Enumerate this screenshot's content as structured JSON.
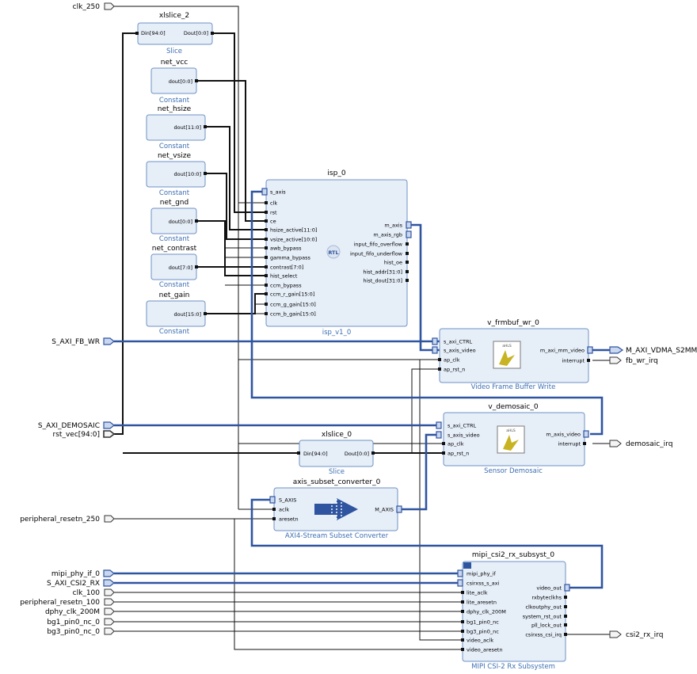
{
  "ports": {
    "clk_250": "clk_250",
    "s_axi_fb_wr": "S_AXI_FB_WR",
    "s_axi_demosaic": "S_AXI_DEMOSAIC",
    "rst_vec": "rst_vec[94:0]",
    "peripheral_resetn_250": "peripheral_resetn_250",
    "mipi_phy_if_0": "mipi_phy_if_0",
    "s_axi_csi2_rx": "S_AXI_CSI2_RX",
    "clk_100": "clk_100",
    "peripheral_resetn_100": "peripheral_resetn_100",
    "dphy_clk_200m": "dphy_clk_200M",
    "bg1_pin0_nc_0": "bg1_pin0_nc_0",
    "bg3_pin0_nc_0": "bg3_pin0_nc_0",
    "m_axi_vdma_s2mm": "M_AXI_VDMA_S2MM",
    "fb_wr_irq": "fb_wr_irq",
    "demosaic_irq": "demosaic_irq",
    "csi2_rx_irq": "csi2_rx_irq"
  },
  "blocks": {
    "xlslice_2": {
      "name": "xlslice_2",
      "sub": "Slice",
      "din": "Din[94:0]",
      "dout": "Dout[0:0]"
    },
    "net_vcc": {
      "name": "net_vcc",
      "sub": "Constant",
      "dout": "dout[0:0]"
    },
    "net_hsize": {
      "name": "net_hsize",
      "sub": "Constant",
      "dout": "dout[11:0]"
    },
    "net_vsize": {
      "name": "net_vsize",
      "sub": "Constant",
      "dout": "dout[10:0]"
    },
    "net_gnd": {
      "name": "net_gnd",
      "sub": "Constant",
      "dout": "dout[0:0]"
    },
    "net_contrast": {
      "name": "net_contrast",
      "sub": "Constant",
      "dout": "dout[7:0]"
    },
    "net_gain": {
      "name": "net_gain",
      "sub": "Constant",
      "dout": "dout[15:0]"
    },
    "isp_0": {
      "name": "isp_0",
      "sub": "isp_v1_0",
      "rtl": "RTL",
      "in": [
        "s_axis",
        "clk",
        "rst",
        "ce",
        "hsize_active[11:0]",
        "vsize_active[10:0]",
        "awb_bypass",
        "gamma_bypass",
        "contrast[7:0]",
        "hist_select",
        "ccm_bypass",
        "ccm_r_gain[15:0]",
        "ccm_g_gain[15:0]",
        "ccm_b_gain[15:0]"
      ],
      "out": [
        "m_axis",
        "m_axis_rgb",
        "input_fifo_overflow",
        "input_fifo_underflow",
        "hist_oe",
        "hist_addr[31:0]",
        "hist_dout[31:0]"
      ]
    },
    "v_frmbuf_wr_0": {
      "name": "v_frmbuf_wr_0",
      "sub": "Video Frame Buffer Write",
      "logo": "aHLS",
      "in": [
        "s_axi_CTRL",
        "s_axis_video",
        "ap_clk",
        "ap_rst_n"
      ],
      "out": [
        "m_axi_mm_video",
        "interrupt"
      ]
    },
    "v_demosaic_0": {
      "name": "v_demosaic_0",
      "sub": "Sensor Demosaic",
      "logo": "aHLS",
      "in": [
        "s_axi_CTRL",
        "s_axis_video",
        "ap_clk",
        "ap_rst_n"
      ],
      "out": [
        "m_axis_video",
        "interrupt"
      ]
    },
    "xlslice_0": {
      "name": "xlslice_0",
      "sub": "Slice",
      "din": "Din[94:0]",
      "dout": "Dout[0:0]"
    },
    "axis_subset_converter_0": {
      "name": "axis_subset_converter_0",
      "sub": "AXI4-Stream Subset Converter",
      "in": [
        "S_AXIS",
        "aclk",
        "aresetn"
      ],
      "out": [
        "M_AXIS"
      ]
    },
    "mipi_csi2_rx_subsyst_0": {
      "name": "mipi_csi2_rx_subsyst_0",
      "sub": "MIPI CSI-2 Rx Subsystem",
      "in": [
        "mipi_phy_if",
        "csirxss_s_axi",
        "lite_aclk",
        "lite_aresetn",
        "dphy_clk_200M",
        "bg1_pin0_nc",
        "bg3_pin0_nc",
        "video_aclk",
        "video_aresetn"
      ],
      "out": [
        "video_out",
        "rxbyteclkhs",
        "clkoutphy_out",
        "system_rst_out",
        "pll_lock_out",
        "csirxss_csi_irq"
      ]
    }
  },
  "colors": {
    "block_fill": "#e6eef8",
    "block_stroke": "#6f91c4",
    "bus": "#2f54a0",
    "subtitle": "#3d6fb3"
  }
}
